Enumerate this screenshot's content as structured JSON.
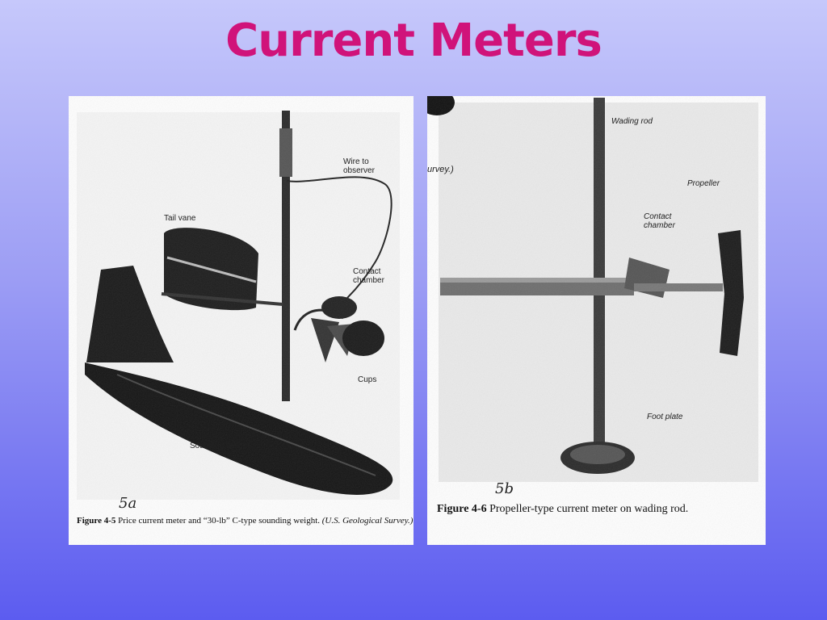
{
  "slide": {
    "title": "Current Meters"
  },
  "figure_a": {
    "labels": {
      "tail_vane": "Tail vane",
      "wire": "Wire to\nobserver",
      "contact": "Contact\nchamber",
      "cups": "Cups",
      "sounding": "Sounding weight"
    },
    "handwritten": "5a",
    "caption_prefix": "Figure 4-5",
    "caption_text": "Price current meter and “30-lb” C-type sounding weight.",
    "caption_source": "(U.S. Geological Survey.)"
  },
  "figure_b": {
    "labels": {
      "survey_fragment": "urvey.)",
      "wading_rod": "Wading rod",
      "propeller": "Propeller",
      "contact": "Contact\nchamber",
      "foot_plate": "Foot plate"
    },
    "handwritten": "5b",
    "caption_prefix": "Figure 4-6",
    "caption_text": "Propeller-type current meter on wading rod."
  },
  "colors": {
    "title": "#d0137a",
    "bg_top": "#c6c8fb",
    "bg_bottom": "#5c5cf0"
  }
}
